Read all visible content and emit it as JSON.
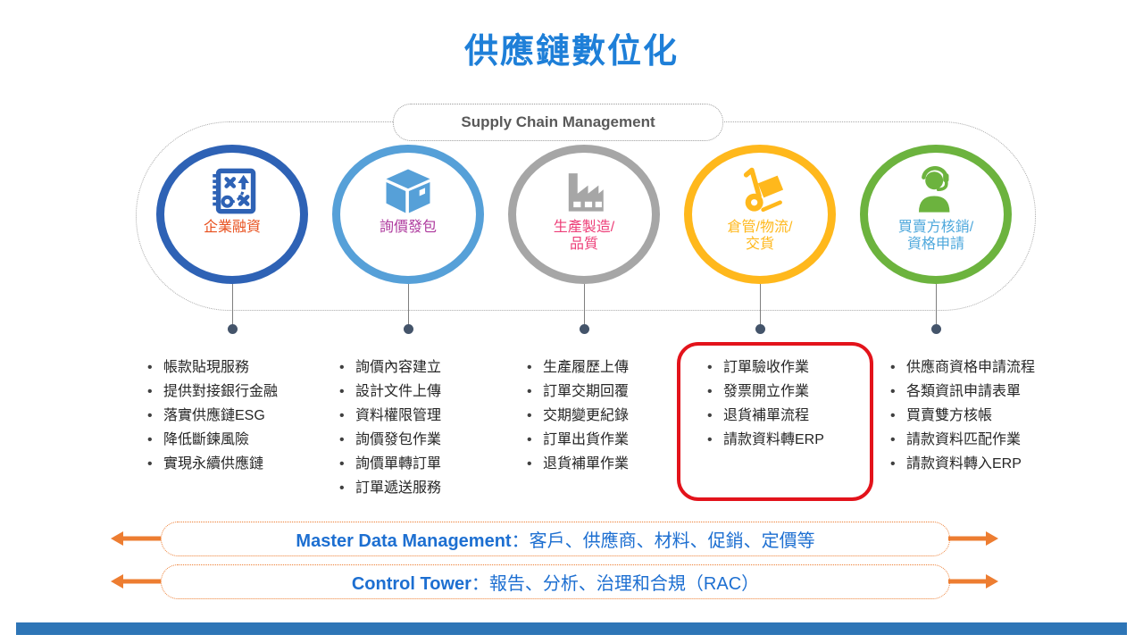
{
  "title": "供應鏈數位化",
  "scm_label": "Supply Chain Management",
  "stages": [
    {
      "label_line1": "企業融資",
      "label_line2": "",
      "icon": "strategy-icon",
      "circle_color": "#2E62B5",
      "label_color": "#E8501E",
      "items": [
        "帳款貼現服務",
        "提供對接銀行金融",
        "落實供應鏈ESG",
        "降低斷鍊風險",
        "實現永續供應鏈"
      ]
    },
    {
      "label_line1": "詢價發包",
      "label_line2": "",
      "icon": "package-icon",
      "circle_color": "#56A0D8",
      "label_color": "#AE3A9E",
      "items": [
        "詢價內容建立",
        "設計文件上傳",
        "資料權限管理",
        "詢價發包作業",
        "詢價單轉訂單",
        "訂單遞送服務"
      ]
    },
    {
      "label_line1": "生產製造/",
      "label_line2": "品質",
      "icon": "factory-icon",
      "circle_color": "#A6A6A6",
      "label_color": "#ED3E78",
      "items": [
        "生產履歷上傳",
        "訂單交期回覆",
        "交期變更紀錄",
        "訂單出貨作業",
        "退貨補單作業"
      ]
    },
    {
      "label_line1": "倉管/物流/",
      "label_line2": "交貨",
      "icon": "handtruck-icon",
      "circle_color": "#FFB81C",
      "label_color": "#FFB81C",
      "highlighted": true,
      "items": [
        "訂單驗收作業",
        "發票開立作業",
        "退貨補單流程",
        "請款資料轉ERP"
      ]
    },
    {
      "label_line1": "買賣方核銷/",
      "label_line2": "資格申請",
      "icon": "support-agent-icon",
      "circle_color": "#6CB33E",
      "label_color": "#4FA8DC",
      "items": [
        "供應商資格申請流程",
        "各類資訊申請表單",
        "買賣雙方核帳",
        "請款資料匹配作業",
        "請款資料轉入ERP"
      ]
    }
  ],
  "banners": [
    {
      "prefix": "Master Data Management",
      "text": "：客戶、供應商、材料、促銷、定價等"
    },
    {
      "prefix": "Control Tower",
      "text": "：報告、分析、治理和合規（RAC）"
    }
  ],
  "colors": {
    "title": "#1E7FD8",
    "highlight_box": "#E3131B",
    "banner_accent": "#ED7D31",
    "banner_text": "#1D6FD1",
    "connector_dot": "#44546A",
    "stadium_dotted": "#A9A9A9",
    "footer_bar": "#2E75B6"
  }
}
